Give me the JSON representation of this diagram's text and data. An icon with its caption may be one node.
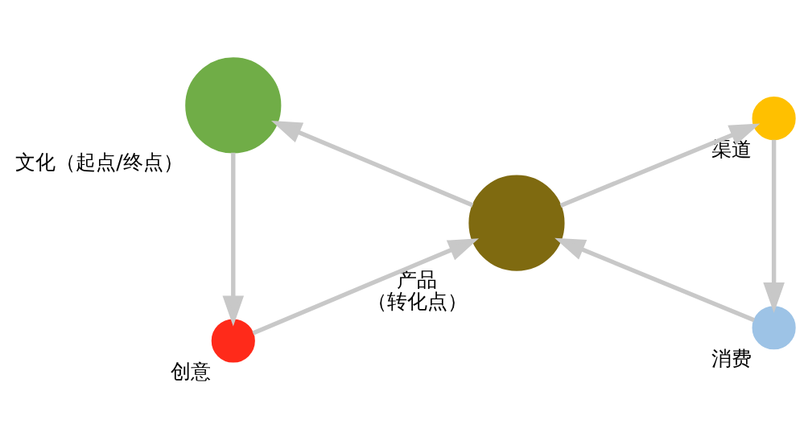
{
  "diagram": {
    "nodes": [
      {
        "text": [
          "文化（起点/终点）"
        ]
      },
      {
        "text": [
          "创意"
        ]
      },
      {
        "text": [
          "产品"
        ],
        "beside": [
          "（转化点）"
        ]
      },
      {
        "text": [
          "渠道"
        ]
      },
      {
        "text": [
          "消费"
        ]
      }
    ],
    "edges": [
      {
        "from": 0,
        "to": 1,
        "arrow": "to"
      },
      {
        "from": 1,
        "to": 2,
        "arrow": "to"
      },
      {
        "from": 2,
        "to": 3,
        "arrow": "to"
      },
      {
        "from": 3,
        "to": 4,
        "arrow": "to"
      },
      {
        "from": 4,
        "to": 2,
        "arrow": "to"
      },
      {
        "from": 2,
        "to": 0,
        "arrow": "to"
      }
    ]
  }
}
